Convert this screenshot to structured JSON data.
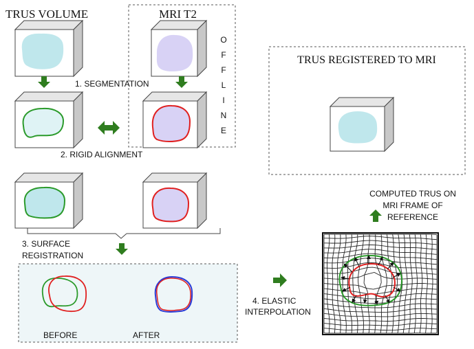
{
  "headings": {
    "trus_volume": "TRUS VOLUME",
    "mri_t2": "MRI T2",
    "offline": [
      "O",
      "F",
      "F",
      "L",
      "I",
      "N",
      "E"
    ],
    "registered": "TRUS REGISTERED TO MRI"
  },
  "steps": {
    "segmentation": "1. SEGMENTATION",
    "rigid_alignment": "2. RIGID ALIGNMENT",
    "surface_registration": [
      "3. SURFACE",
      "REGISTRATION"
    ],
    "elastic_interpolation": [
      "4. ELASTIC",
      "INTERPOLATION"
    ]
  },
  "comparison": {
    "before": "BEFORE",
    "after": "AFTER"
  },
  "computed_caption": [
    "COMPUTED TRUS ON",
    "MRI FRAME OF",
    "REFERENCE"
  ],
  "colors": {
    "arrow_green": "#2f7d1f",
    "trus_fill": "#bfe7ec",
    "trus_fill_dark": "#9fd3d8",
    "mri_fill": "#d8d2f5",
    "contour_green": "#2a9a2a",
    "contour_red": "#e02020",
    "contour_blue": "#2a3bd6",
    "panel_bg": "#eef6f8",
    "cube_side": "#c8c8c8",
    "cube_top": "#e6e6e6"
  }
}
